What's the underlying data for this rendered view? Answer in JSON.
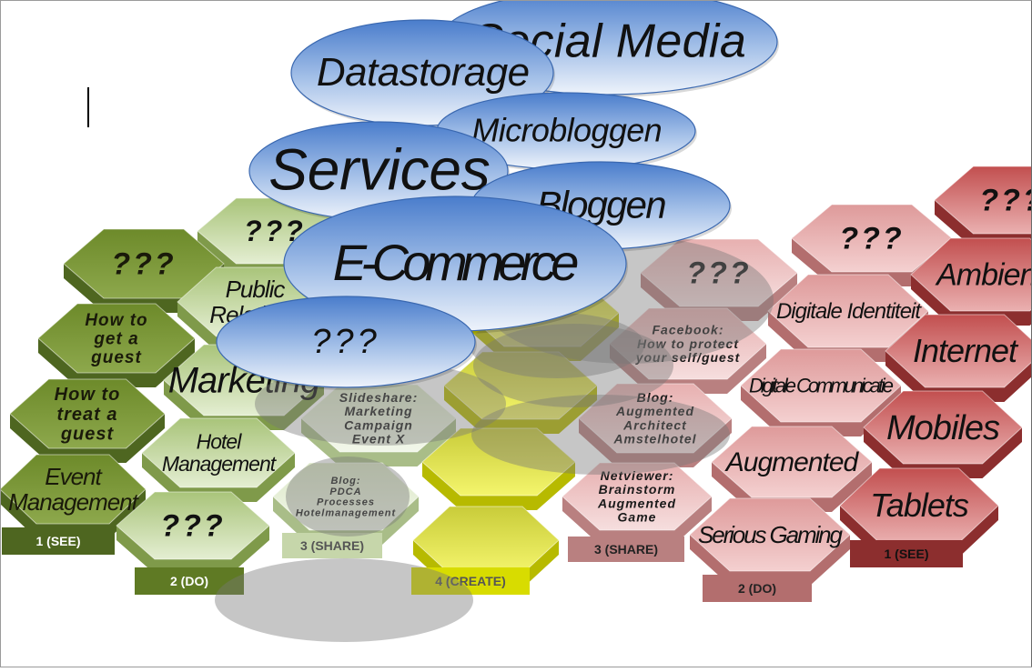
{
  "hexes": [
    {
      "id": "g-see-event",
      "lines": [
        "Event",
        "Management"
      ],
      "theme": "dark-green"
    },
    {
      "id": "g-see-treat",
      "lines": [
        "How to",
        "treat a",
        "guest"
      ],
      "theme": "dark-green"
    },
    {
      "id": "g-see-get",
      "lines": [
        "How to",
        "get a",
        "guest"
      ],
      "theme": "dark-green"
    },
    {
      "id": "g-see-q",
      "lines": [
        "???"
      ],
      "theme": "dark-green"
    },
    {
      "id": "g-do-q",
      "lines": [
        "???"
      ],
      "theme": "light-green"
    },
    {
      "id": "g-do-hotel",
      "lines": [
        "Hotel",
        "Management"
      ],
      "theme": "light-green"
    },
    {
      "id": "g-do-marketing",
      "lines": [
        "Marketing"
      ],
      "theme": "light-green"
    },
    {
      "id": "g-do-pr",
      "lines": [
        "Public",
        "Relations"
      ],
      "theme": "light-green"
    },
    {
      "id": "g-do-q2",
      "lines": [
        "???"
      ],
      "theme": "light-green"
    },
    {
      "id": "g-share-pdca",
      "lines": [
        "Blog:",
        "PDCA",
        "Processes",
        "Hotelmanagement"
      ],
      "theme": "pale-green"
    },
    {
      "id": "g-share-slideshare",
      "lines": [
        "Slideshare:",
        "Marketing",
        "Campaign",
        "Event X"
      ],
      "theme": "pale-green"
    },
    {
      "id": "y-create-1",
      "lines": [],
      "theme": "yellow"
    },
    {
      "id": "y-create-2",
      "lines": [],
      "theme": "yellow"
    },
    {
      "id": "y-create-3",
      "lines": [],
      "theme": "yellow"
    },
    {
      "id": "y-create-4",
      "lines": [],
      "theme": "yellow"
    },
    {
      "id": "r-share-netviewer",
      "lines": [
        "Netviewer:",
        "Brainstorm",
        "Augmented",
        "Game"
      ],
      "theme": "pale-red"
    },
    {
      "id": "r-share-blog",
      "lines": [
        "Blog:",
        "Augmented",
        "Architect",
        "Amstelhotel"
      ],
      "theme": "pale-red"
    },
    {
      "id": "r-share-facebook",
      "lines": [
        "Facebook:",
        "How to protect",
        "your self/guest"
      ],
      "theme": "pale-red"
    },
    {
      "id": "r-share-q",
      "lines": [
        "???"
      ],
      "theme": "pale-red"
    },
    {
      "id": "r-do-serious",
      "lines": [
        "Serious Gaming"
      ],
      "theme": "light-red"
    },
    {
      "id": "r-do-augmented",
      "lines": [
        "Augmented"
      ],
      "theme": "light-red"
    },
    {
      "id": "r-do-communicatie",
      "lines": [
        "Digitale Communicatie"
      ],
      "theme": "light-red"
    },
    {
      "id": "r-do-identiteit",
      "lines": [
        "Digitale Identiteit"
      ],
      "theme": "light-red"
    },
    {
      "id": "r-do-q",
      "lines": [
        "???"
      ],
      "theme": "light-red"
    },
    {
      "id": "r-see-tablets",
      "lines": [
        "Tablets"
      ],
      "theme": "dark-red"
    },
    {
      "id": "r-see-mobiles",
      "lines": [
        "Mobiles"
      ],
      "theme": "dark-red"
    },
    {
      "id": "r-see-internet",
      "lines": [
        "Internet"
      ],
      "theme": "dark-red"
    },
    {
      "id": "r-see-ambient",
      "lines": [
        "Ambient"
      ],
      "theme": "dark-red"
    },
    {
      "id": "r-see-q",
      "lines": [
        "???"
      ],
      "theme": "dark-red"
    }
  ],
  "labels": {
    "green_see": "1 (SEE)",
    "green_do": "2 (DO)",
    "green_share": "3 (SHARE)",
    "yellow_create": "4 (CREATE)",
    "red_share": "3 (SHARE)",
    "red_do": "2 (DO)",
    "red_see": "1 (SEE)"
  },
  "bubbles": [
    {
      "id": "social-media",
      "text": "Social Media"
    },
    {
      "id": "datastorage",
      "text": "Datastorage"
    },
    {
      "id": "microbloggen",
      "text": "Microbloggen"
    },
    {
      "id": "services",
      "text": "Services"
    },
    {
      "id": "bloggen",
      "text": "Bloggen"
    },
    {
      "id": "e-commerce",
      "text": "E-Commerce"
    },
    {
      "id": "unknown",
      "text": "???"
    }
  ],
  "colors": {
    "dark_green": "#6f8a2e",
    "light_green": "#c8d9a2",
    "pale_green": "#dde8c8",
    "yellow": "#e2e600",
    "pale_red": "#e7b4b4",
    "light_red": "#df9c9c",
    "dark_red": "#c04848",
    "bubble_top": "#4f82cf",
    "bubble_bottom": "#e8f0fa"
  }
}
